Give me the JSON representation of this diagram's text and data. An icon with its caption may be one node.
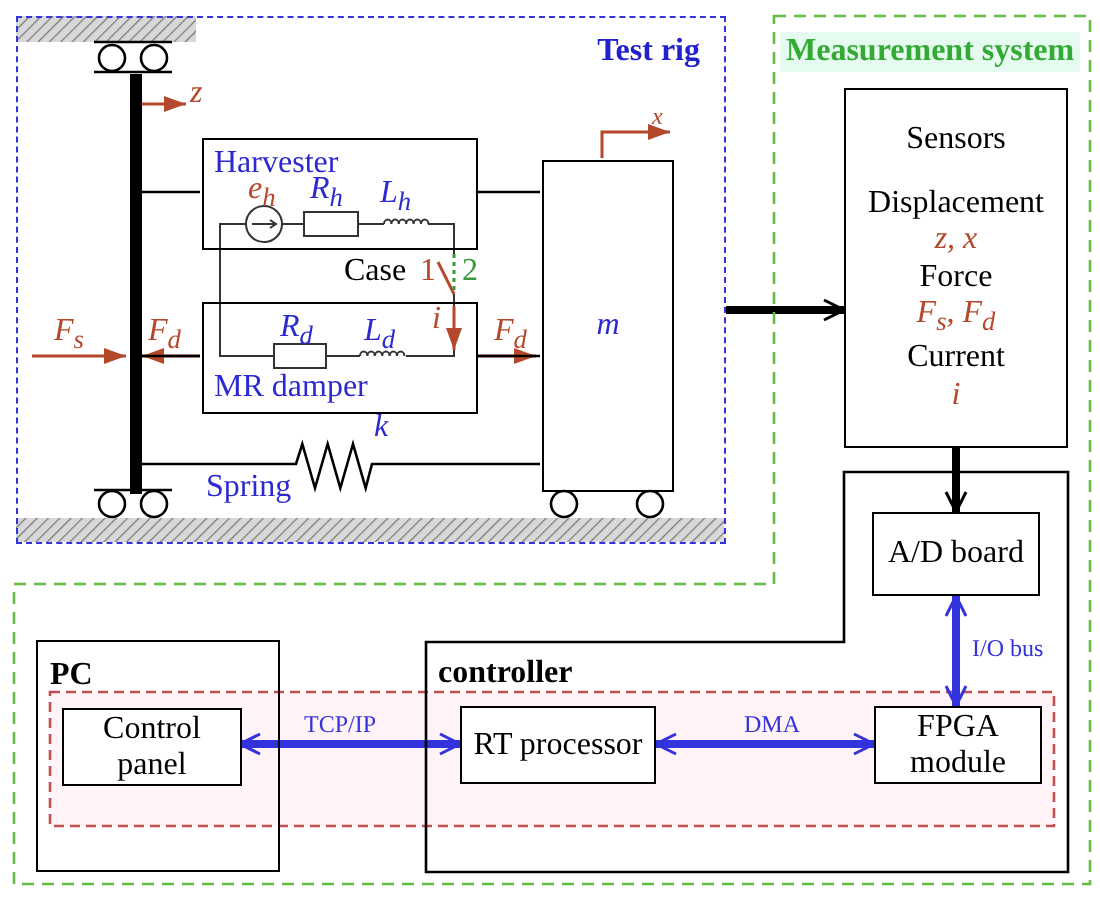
{
  "diagram": {
    "nodes": [
      {
        "text": [
          "Test rig"
        ]
      },
      {
        "text": [
          "Measurement system"
        ]
      },
      {
        "text": [],
        "shape": "bar",
        "in": 0
      },
      {
        "text": [
          "Harvester"
        ],
        "in": 0
      },
      {
        "text": [
          "MR damper"
        ],
        "in": 0
      },
      {
        "text": [
          "m"
        ],
        "in": 0
      },
      {
        "text": [
          "Sensors",
          "Displacement",
          "z, x",
          "Force",
          "F$_{s}$, F$_{d}$",
          "Current",
          "i"
        ],
        "in": 1
      },
      {
        "text": [
          "controller"
        ],
        "in": 1
      },
      {
        "text": [
          "A/D board"
        ],
        "in": 7
      },
      {
        "text": [
          "PC"
        ],
        "in": 1
      },
      {
        "text": [
          "Control panel"
        ],
        "in": 9
      },
      {
        "text": [
          "RT processor"
        ],
        "in": 7
      },
      {
        "text": [
          "FPGA module"
        ],
        "in": 7
      }
    ],
    "edges": [
      {
        "from": 0,
        "to": 6,
        "arrow": "to",
        "style": "thick"
      },
      {
        "from": 6,
        "to": 8,
        "arrow": "to",
        "style": "thick"
      },
      {
        "from": 10,
        "to": 11,
        "arrow": "both",
        "style": "thick",
        "color": "#3333dd",
        "label": "TCP/IP"
      },
      {
        "from": 11,
        "to": 12,
        "arrow": "both",
        "style": "thick",
        "color": "#3333dd",
        "label": "DMA"
      },
      {
        "from": 8,
        "to": 12,
        "arrow": "both",
        "style": "thick",
        "color": "#3333dd",
        "label": "I/O bus"
      },
      {
        "from": 2,
        "to": 3,
        "arrow": "none"
      },
      {
        "from": 3,
        "to": 5,
        "arrow": "none"
      },
      {
        "from": 2,
        "to": 4,
        "arrow": "none"
      },
      {
        "from": 4,
        "to": 5,
        "arrow": "none"
      },
      {
        "from": 2,
        "to": 5,
        "arrow": "none"
      }
    ],
    "labels": [
      "z",
      "x",
      "e$_{h}$",
      "R$_{h}$",
      "L$_{h}$",
      "Case",
      "1",
      "2",
      "i",
      "F$_{s}$",
      "F$_{d}$",
      "R$_{d}$",
      "L$_{d}$",
      "F$_{d}$",
      "k",
      "Spring"
    ]
  }
}
